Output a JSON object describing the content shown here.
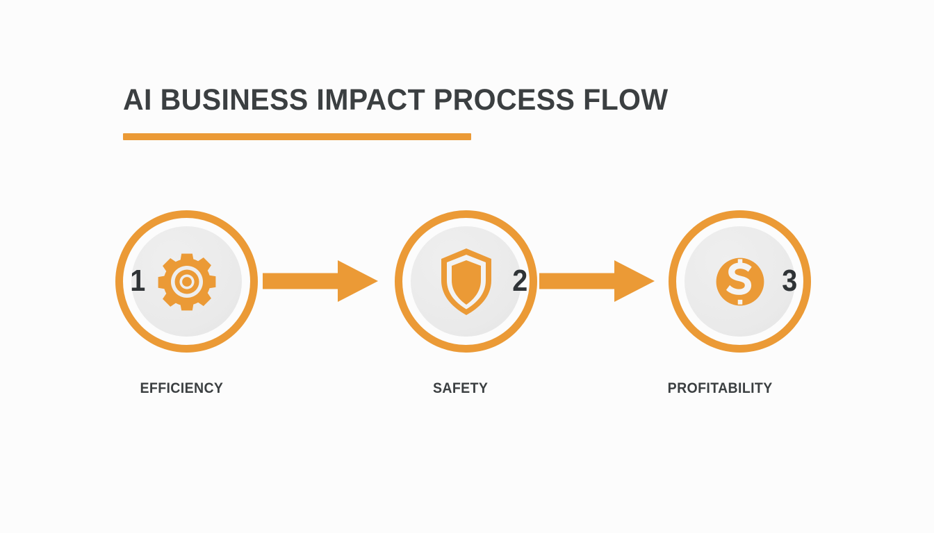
{
  "page": {
    "background_color": "#fcfcfc",
    "accent_color": "#eb9a36",
    "text_color": "#3b3f41"
  },
  "header": {
    "title": "AI BUSINESS IMPACT PROCESS FLOW",
    "underline_color": "#eb9a36"
  },
  "flow": {
    "connector_icon": "arrow-right-icon",
    "connectors": [
      {
        "name": "arrow-1-to-2"
      },
      {
        "name": "arrow-2-to-3"
      }
    ],
    "steps": [
      {
        "number": "1",
        "label": "EFFICIENCY",
        "icon": "gear-icon",
        "ring_color": "#eb9a36",
        "disc_color": "#eaeaea"
      },
      {
        "number": "2",
        "label": "SAFETY",
        "icon": "shield-icon",
        "ring_color": "#eb9a36",
        "disc_color": "#eaeaea"
      },
      {
        "number": "3",
        "label": "PROFITABILITY",
        "icon": "dollar-coin-icon",
        "ring_color": "#eb9a36",
        "disc_color": "#eaeaea"
      }
    ]
  }
}
